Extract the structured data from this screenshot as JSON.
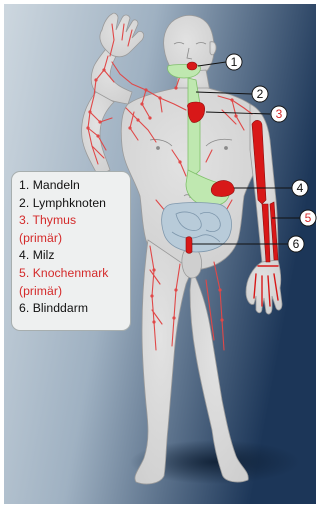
{
  "legend": {
    "items": [
      {
        "number": "1.",
        "label": "Mandeln",
        "color": "#111111"
      },
      {
        "number": "2.",
        "label": "Lymphknoten",
        "color": "#111111"
      },
      {
        "number": "3.",
        "label": "Thymus",
        "continuation": "(primär)",
        "color": "#d42a2a"
      },
      {
        "number": "4.",
        "label": "Milz",
        "color": "#111111"
      },
      {
        "number": "5.",
        "label": "Knochenmark",
        "continuation": "(primär)",
        "color": "#d42a2a"
      },
      {
        "number": "6.",
        "label": "Blinddarm",
        "color": "#111111"
      }
    ]
  },
  "callouts": [
    "1",
    "2",
    "3",
    "4",
    "5",
    "6"
  ],
  "colors": {
    "background_light": "#c9d3dc",
    "background_dark": "#1b3557",
    "body": "#d9d9d9",
    "lymph_vessels": "#e04848",
    "organs": "#d81818",
    "thymus_duct": "#bfe8b0",
    "intestine": "#b8cbd9"
  }
}
